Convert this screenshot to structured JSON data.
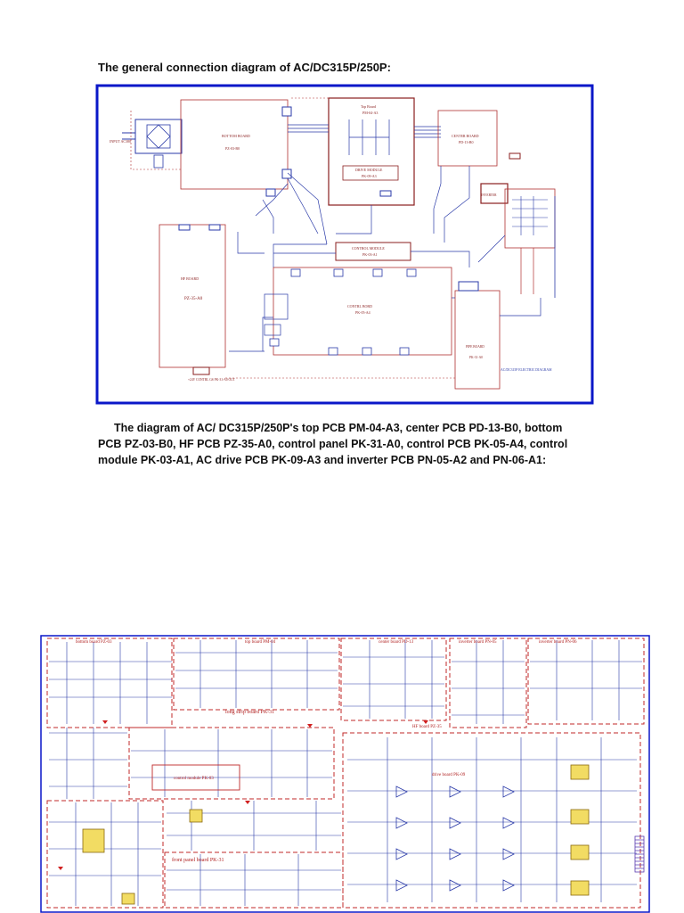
{
  "heading": "The general connection diagram of AC/DC315P/250P:",
  "paragraph": "The diagram of AC/ DC315P/250P's top PCB PM-04-A3, center PCB PD-13-B0, bottom PCB PZ-03-B0, HF PCB PZ-35-A0, control panel PK-31-A0, control PCB PK-05-A4, control module PK-03-A1, AC drive PCB PK-09-A3 and inverter PCB PN-05-A2 and PN-06-A1:",
  "diagram1": {
    "input_label": "INPUT AC380",
    "bottom_board": {
      "title": "BOTTOM BOARD",
      "code": "PZ-03-B0"
    },
    "top_board": {
      "title": "Top Board",
      "code": "PM-04-A3"
    },
    "drive_module": {
      "title": "DRIVE MODULE",
      "code": "PK-09-A3"
    },
    "center_board": {
      "title": "CENTER BOARD",
      "code": "PD-13-B0"
    },
    "inverter": {
      "title": "INVERTER"
    },
    "hf_board": {
      "title": "HF BOARD",
      "code": "PZ-35-A0"
    },
    "control_module": {
      "title": "CONTROL MODULE",
      "code": "PK-03-A1"
    },
    "contrl_bord": {
      "title": "CONTRL BORD",
      "code": "PK-05-A4"
    },
    "pipe_board": {
      "title": "PIPE BOARD",
      "code": "PK-31-A0"
    },
    "bottom_note": "+24V CONTRL GS PK-31-A0 OUT",
    "electric_diagram": "AC/DC315P ELECTRIC DIAGRAM"
  },
  "diagram2": {
    "labels": {
      "bottom_board": "bottom board PZ-03",
      "top_board": "top board PM-04",
      "center_board": "center board PD-13",
      "inverter_a": "inverter board PN-05",
      "inverter_b": "inverter board PN-06",
      "long_strip": "long strip board PK-31",
      "hf_board": "HF board PZ-35",
      "control_module": "control module PK-03",
      "drive_board": "drive board PK-09",
      "front_panel": "front panel board PK-31"
    }
  },
  "colors": {
    "frame_blue": "#0a17c8",
    "trace_blue": "#2a3aa8",
    "board_red": "#b03030",
    "highlight_yellow": "#f2dc63"
  }
}
